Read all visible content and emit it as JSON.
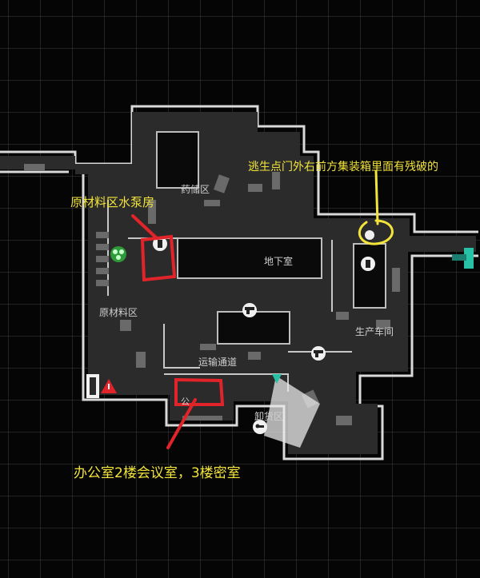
{
  "map": {
    "rooms": {
      "pharmacy_storage": "药储区",
      "basement": "地下室",
      "raw_material_area": "原材料区",
      "production_workshop": "生产车间",
      "transport_corridor": "运输通道",
      "unloading_area": "卸货区",
      "office_partial": "公"
    },
    "icons": {
      "biohazard": "biohazard-icon",
      "hazard": "warning-icon",
      "door_left": "door-icon",
      "door_right": "door-icon",
      "gun_marker": "gun-icon",
      "key_marker": "key-icon",
      "stand_marker": "stand-icon"
    }
  },
  "annotations": {
    "escape_note": "逃生点门外右前方集装箱里面有残破的",
    "pump_room": "原材料区水泵房",
    "office_note": "办公室2楼会议室，3楼密室"
  },
  "colors": {
    "floor": "#2b2b2b",
    "wall": "#d9d9d9",
    "annotation_yellow": "#f2e43a",
    "annotation_red": "#e0242a",
    "exit_teal": "#27c2a5"
  }
}
